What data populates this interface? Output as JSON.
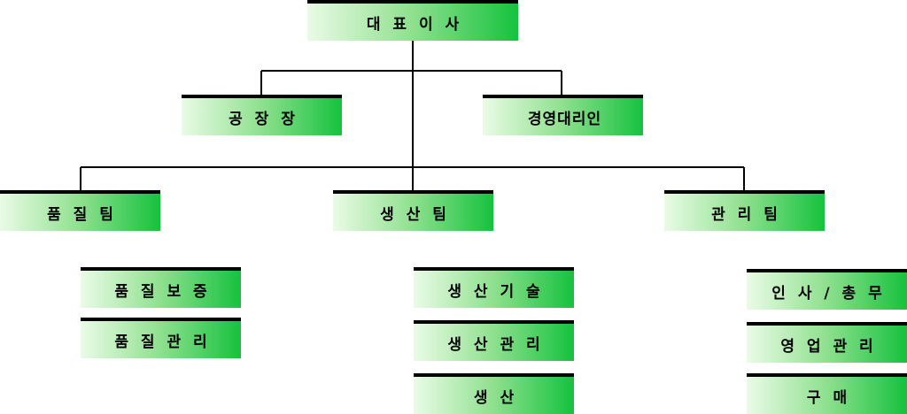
{
  "org": {
    "ceo": "대 표 이 사",
    "factory_manager": "공 장 장",
    "business_agent": "경영대리인",
    "quality_team": "품 질 팀",
    "production_team": "생 산 팀",
    "admin_team": "관 리 팀",
    "quality_assurance": "품 질 보 증",
    "quality_management": "품 질 관 리",
    "production_tech": "생 산 기 술",
    "production_management": "생 산 관 리",
    "production": "생 산",
    "hr_general": "인 사 / 총 무",
    "sales_management": "영 업 관 리",
    "purchasing": "구 매"
  },
  "colors": {
    "box_gradient_start": "#eafbe6",
    "box_gradient_end": "#16c23e",
    "line": "#000000"
  }
}
